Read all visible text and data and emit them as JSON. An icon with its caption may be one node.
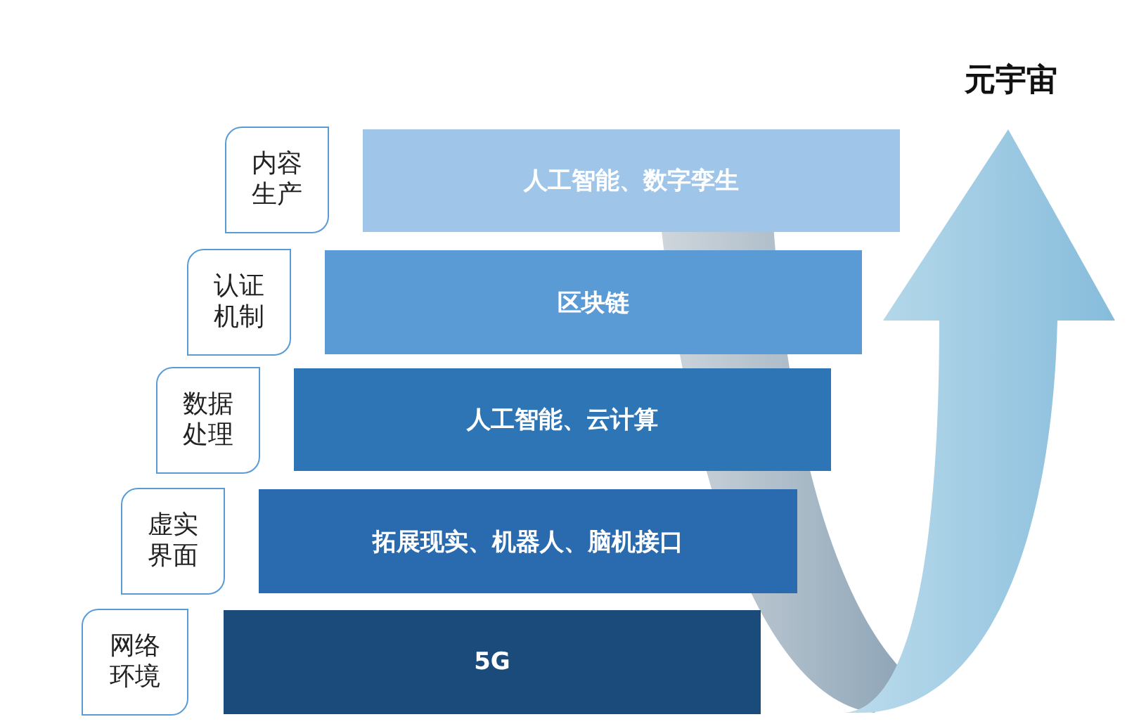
{
  "diagram": {
    "title": "元宇宙",
    "nodes": [
      {
        "text": [
          "内容生产"
        ]
      },
      {
        "text": [
          "人工智能、数字孪生"
        ]
      },
      {
        "text": [
          "认证机制"
        ]
      },
      {
        "text": [
          "区块链"
        ]
      },
      {
        "text": [
          "数据处理"
        ]
      },
      {
        "text": [
          "人工智能、云计算"
        ]
      },
      {
        "text": [
          "虚实界面"
        ]
      },
      {
        "text": [
          "拓展现实、机器人、脑机接口"
        ]
      },
      {
        "text": [
          "网络环境"
        ]
      },
      {
        "text": [
          "5G"
        ]
      }
    ]
  }
}
